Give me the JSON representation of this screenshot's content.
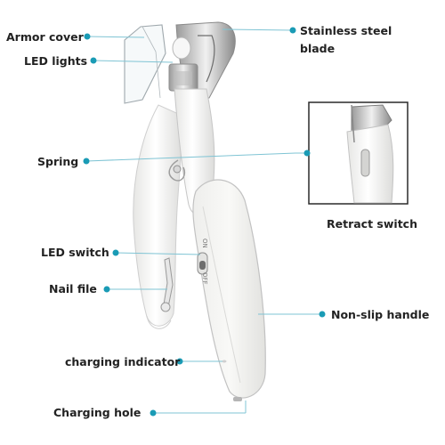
{
  "labels": {
    "armor_cover": "Armor cover",
    "led_lights": "LED lights",
    "spring": "Spring",
    "led_switch": "LED switch",
    "nail_file": "Nail file",
    "charging_indicator": "charging indicator",
    "charging_hole": "Charging hole",
    "stainless_steel_blade": "Stainless steel blade",
    "retract_switch": "Retract switch",
    "non_slip_handle": "Non-slip handle"
  },
  "switch": {
    "on": "ON",
    "off": "OFF"
  },
  "colors": {
    "callout_dot": "#1a9bb5",
    "callout_line": "#7fc4d4",
    "body": "#f4f4f2",
    "outline": "#c9c9c9"
  }
}
